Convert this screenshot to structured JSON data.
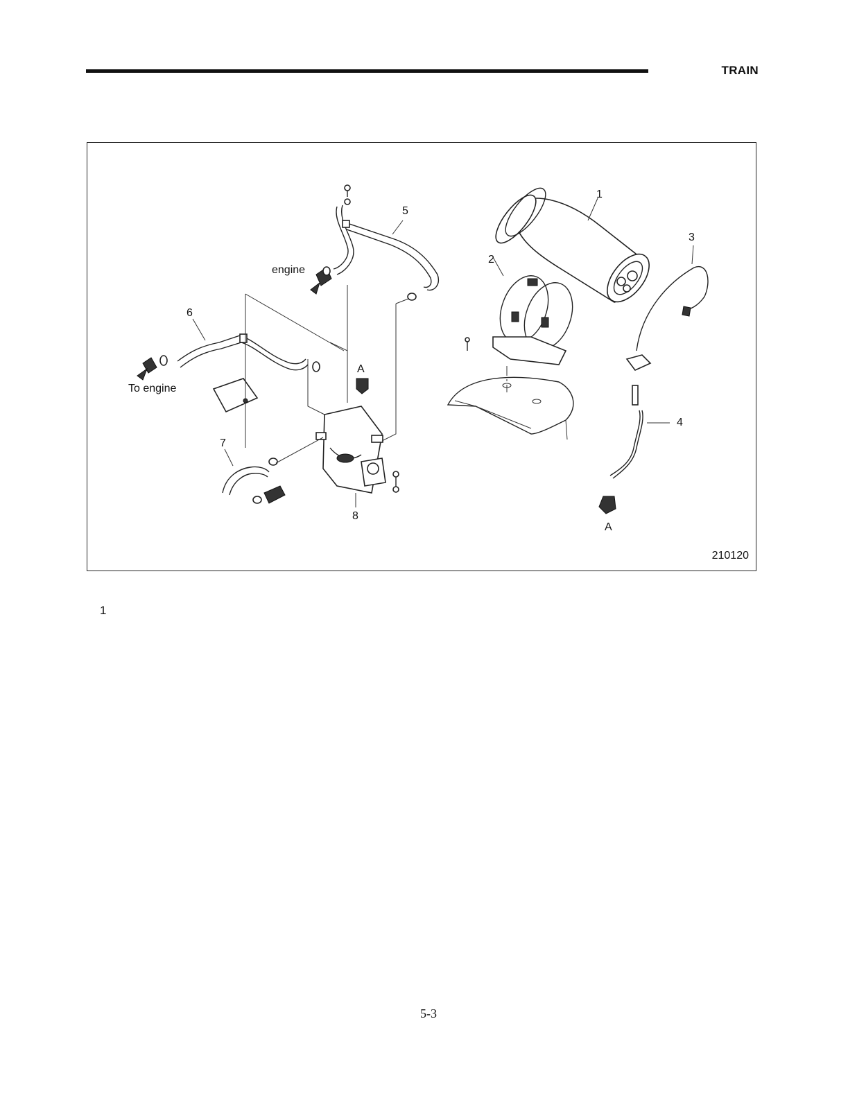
{
  "header": {
    "title": "TRAIN"
  },
  "figure": {
    "diagram_id": "210120",
    "labels": {
      "l1": "1",
      "l2": "2",
      "l3": "3",
      "l4": "4",
      "l5": "5",
      "l6": "6",
      "l7": "7",
      "l8": "8",
      "engine": "engine",
      "to_engine": "To engine",
      "a_top": "A",
      "a_bottom": "A"
    }
  },
  "section": {
    "number": "1"
  },
  "footer": {
    "page_number": "5-3"
  }
}
